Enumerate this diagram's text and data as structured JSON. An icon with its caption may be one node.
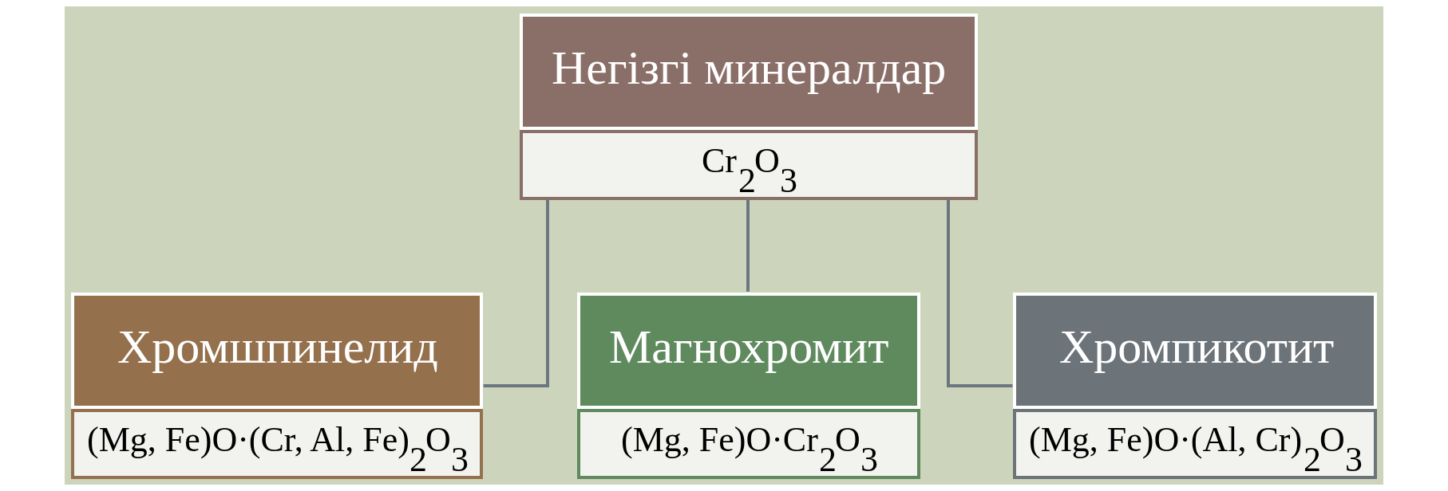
{
  "diagram": {
    "nodes": [
      {
        "text": [
          "Негізгі минералдар",
          "Cr$_{2}$O$_{3}$"
        ]
      },
      {
        "text": [
          "Хромшпинелид",
          "(Mg, Fe)O·(Cr, Al, Fe)$_{2}$O$_{3}$"
        ]
      },
      {
        "text": [
          "Магнохромит",
          "(Mg, Fe)O·Cr$_{2}$O$_{3}$"
        ]
      },
      {
        "text": [
          "Хромпикотит",
          "(Mg, Fe)O·(Al, Cr)$_{2}$O$_{3}$"
        ]
      }
    ],
    "edges": [
      {
        "from": 0,
        "to": 1,
        "arrow": "none"
      },
      {
        "from": 0,
        "to": 2,
        "arrow": "none"
      },
      {
        "from": 0,
        "to": 3,
        "arrow": "none"
      }
    ]
  }
}
